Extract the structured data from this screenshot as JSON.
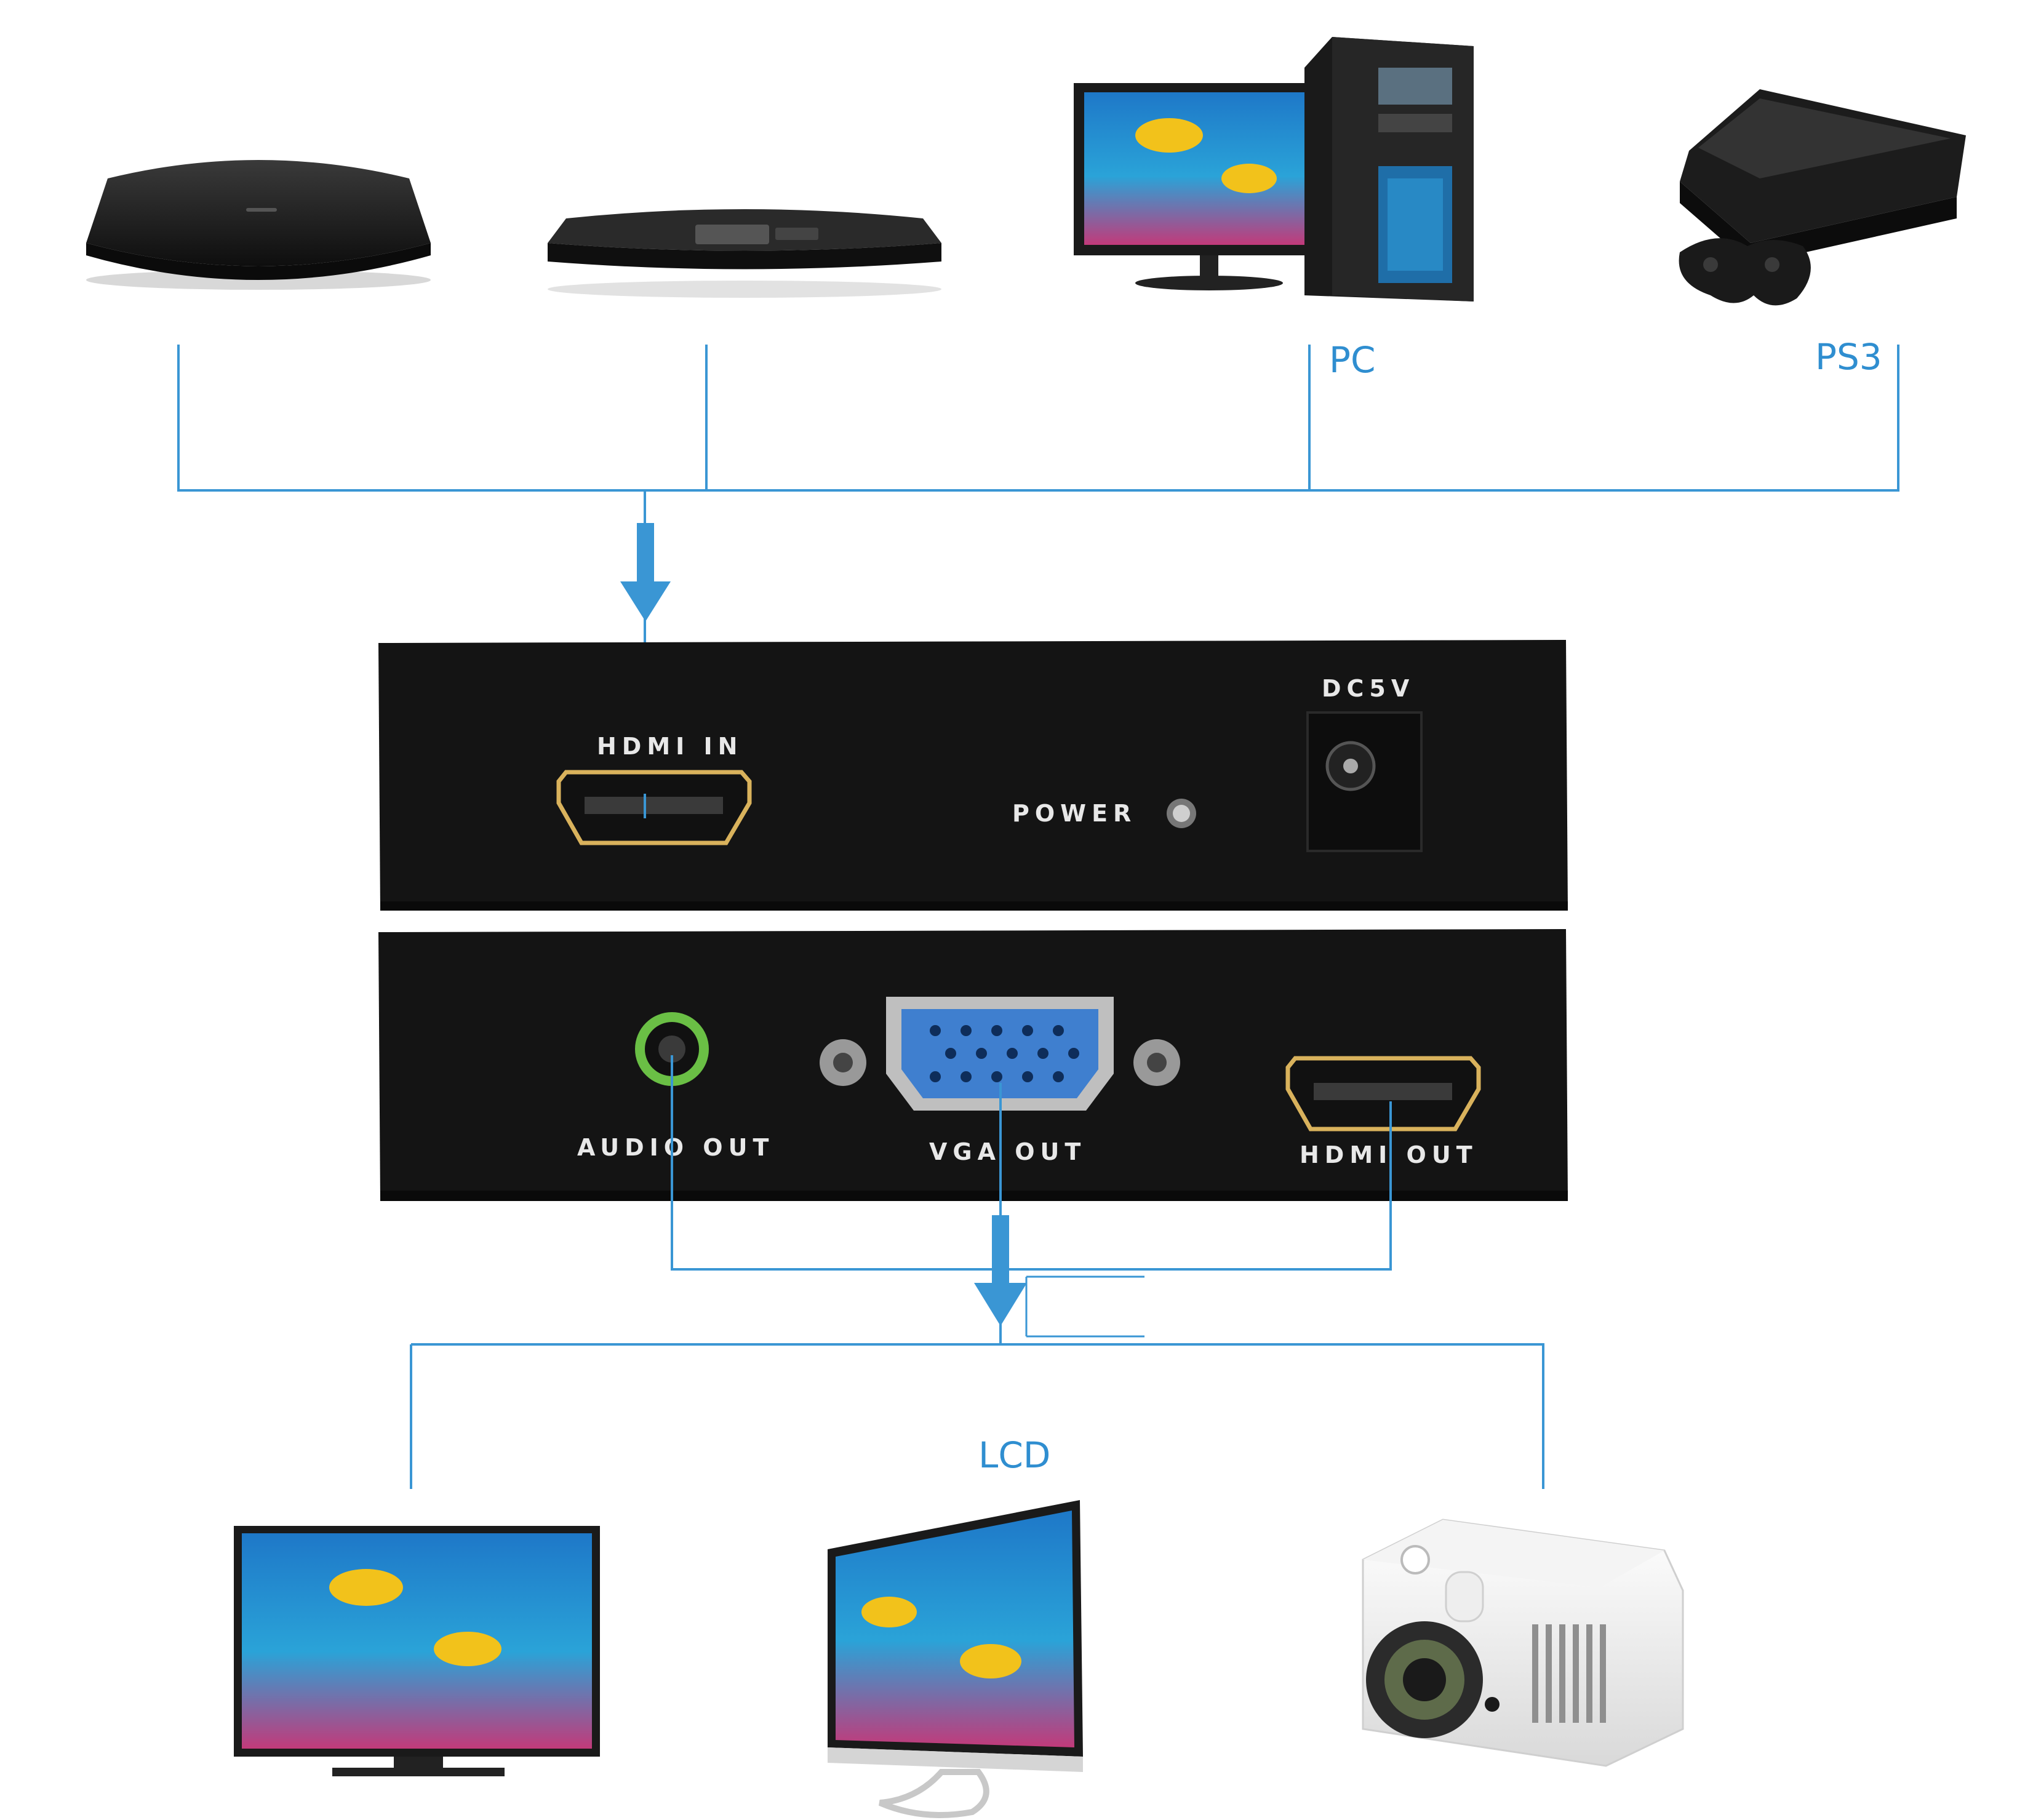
{
  "colors": {
    "line": "#3a96d4",
    "arrow": "#3a96d4",
    "label": "#2f8ed0",
    "panel": "#141414",
    "port_gold": "#d9b25c",
    "vga_blue": "#3f7fcf"
  },
  "sources": {
    "pc_label": "PC",
    "ps3_label": "PS3"
  },
  "input_panel": {
    "hdmi_in_label": "HDMI IN",
    "power_label": "POWER",
    "dc_label": "DC5V"
  },
  "output_panel": {
    "audio_out_label": "AUDIO OUT",
    "vga_out_label": "VGA OUT",
    "hdmi_out_label": "HDMI OUT"
  },
  "displays": {
    "lcd_label": "LCD"
  }
}
